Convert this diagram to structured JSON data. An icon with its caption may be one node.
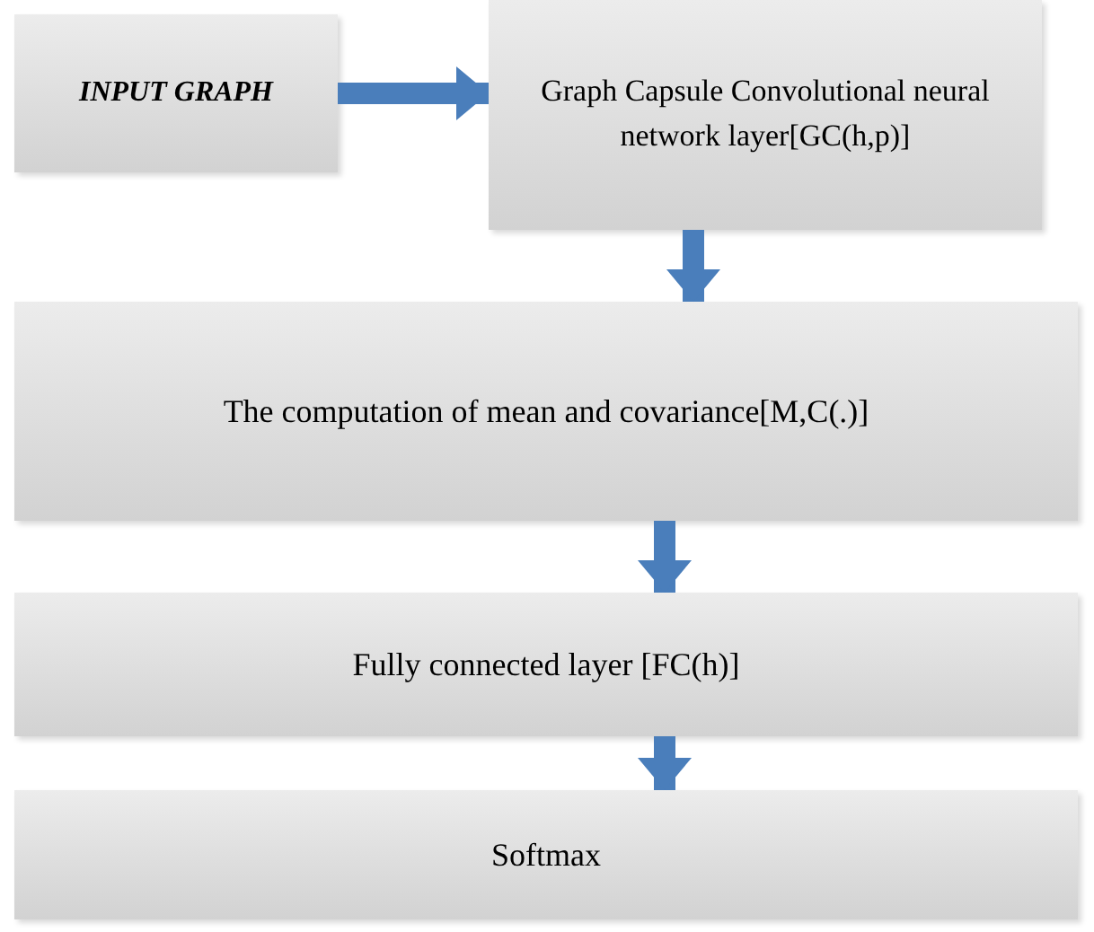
{
  "diagram": {
    "nodes": [
      {
        "text": [
          "INPUT GRAPH"
        ]
      },
      {
        "text": [
          "Graph Capsule Convolutional neural network layer[GC(h,p)]"
        ]
      },
      {
        "text": [
          "The computation of mean and covariance[M,C(.)]"
        ]
      },
      {
        "text": [
          "Fully connected layer [FC(h)]"
        ]
      },
      {
        "text": [
          "Softmax"
        ]
      }
    ],
    "edges": [
      {
        "from": 0,
        "to": 1,
        "arrow": "to"
      },
      {
        "from": 1,
        "to": 2,
        "arrow": "to"
      },
      {
        "from": 2,
        "to": 3,
        "arrow": "to"
      },
      {
        "from": 3,
        "to": 4,
        "arrow": "to"
      }
    ]
  }
}
